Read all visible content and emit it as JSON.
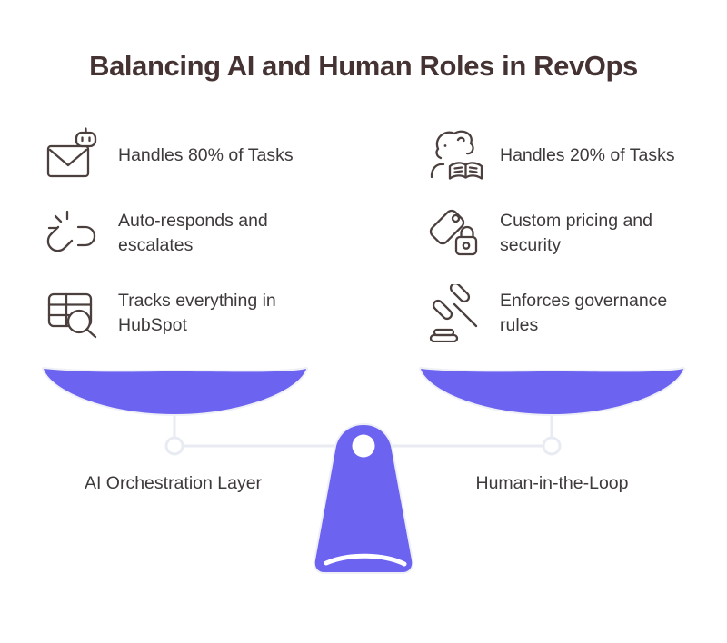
{
  "title": "Balancing AI and Human Roles in RevOps",
  "columns": {
    "left": {
      "items": [
        {
          "icon": "robot-mail-icon",
          "label": "Handles 80% of Tasks"
        },
        {
          "icon": "auto-link-spark-icon",
          "label": "Auto-responds and escalates"
        },
        {
          "icon": "table-search-icon",
          "label": "Tracks everything in HubSpot"
        }
      ]
    },
    "right": {
      "items": [
        {
          "icon": "person-reading-icon",
          "label": "Handles 20% of Tasks"
        },
        {
          "icon": "price-tag-lock-icon",
          "label": "Custom pricing and security"
        },
        {
          "icon": "gavel-icon",
          "label": "Enforces governance rules"
        }
      ]
    }
  },
  "scale": {
    "left_label": "AI Orchestration Layer",
    "right_label": "Human-in-the-Loop"
  },
  "colors": {
    "accent_purple": "#6C63F1",
    "beam_gray": "#E8EBF2",
    "title_color": "#453233",
    "text_color": "#3E3A39",
    "icon_stroke": "#4B403E"
  }
}
